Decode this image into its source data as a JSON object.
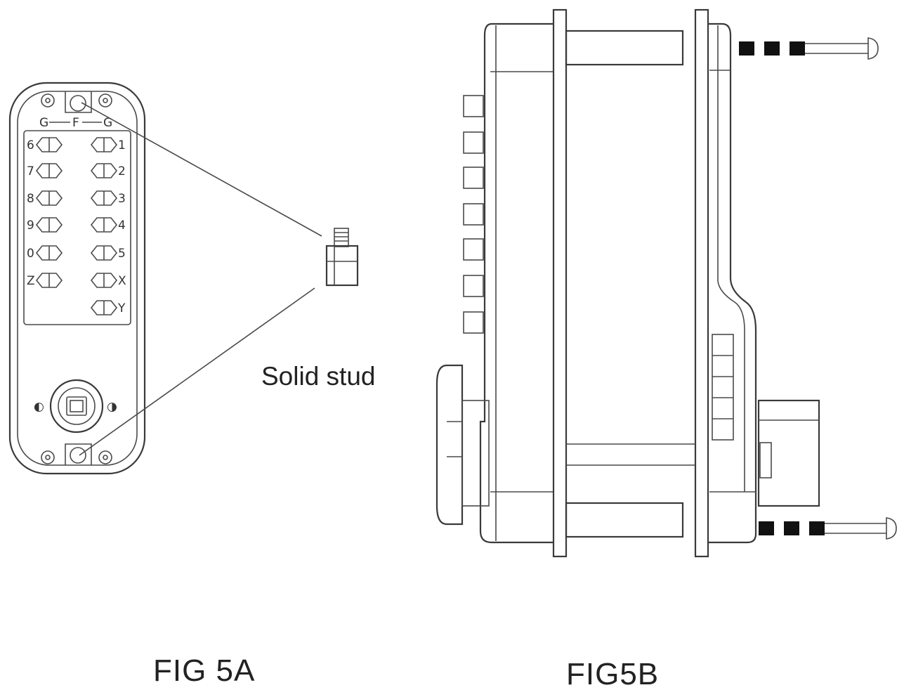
{
  "labels": {
    "stud": "Solid stud",
    "fig_a": "FIG 5A",
    "fig_b": "FIG5B"
  },
  "keypad": {
    "top_mark": "F",
    "left_keys": [
      "6",
      "7",
      "8",
      "9",
      "0",
      "Z"
    ],
    "right_keys": [
      "1",
      "2",
      "3",
      "4",
      "5",
      "X",
      "Y"
    ]
  },
  "colors": {
    "stroke": "#3a3a3a",
    "bolt_dash": "#111111",
    "background": "#ffffff"
  }
}
